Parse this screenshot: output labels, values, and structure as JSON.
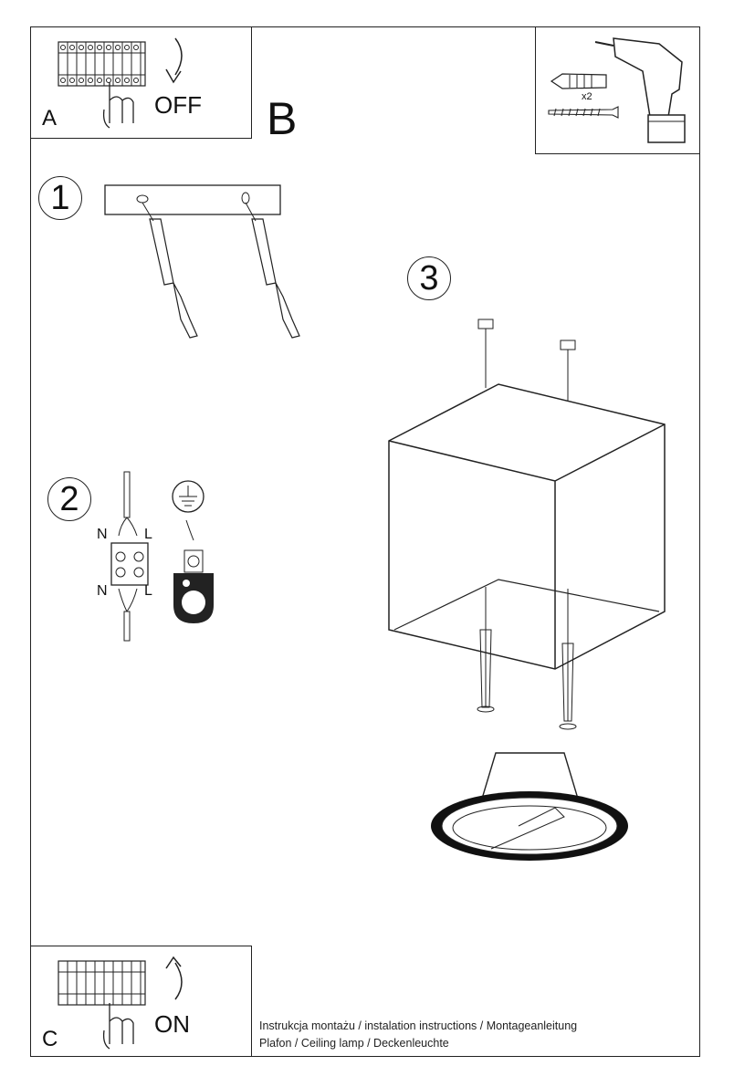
{
  "panel_a": {
    "letter": "A",
    "switch_label": "OFF"
  },
  "panel_b": {
    "letter": "B"
  },
  "tools": {
    "quantity": "x2"
  },
  "steps": {
    "one": "1",
    "two": "2",
    "three": "3"
  },
  "wiring": {
    "n_top": "N",
    "l_top": "L",
    "n_bottom": "N",
    "l_bottom": "L"
  },
  "panel_c": {
    "letter": "C",
    "switch_label": "ON"
  },
  "footer": {
    "line1": "Instrukcja montażu / instalation instructions / Montageanleitung",
    "line2": "Plafon / Ceiling lamp / Deckenleuchte"
  }
}
